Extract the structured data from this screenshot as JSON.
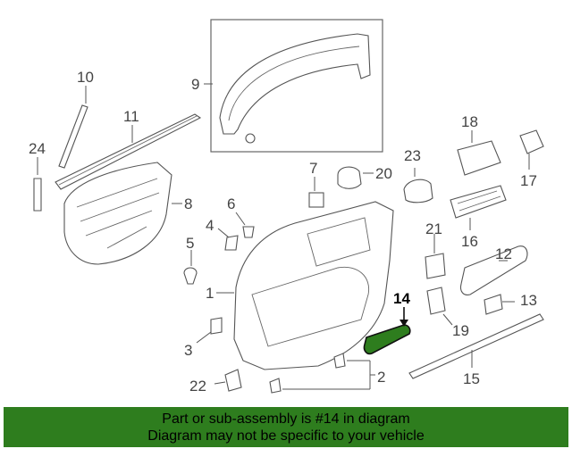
{
  "diagram": {
    "highlight_color": "#2e7d1e",
    "highlighted_callout": "14",
    "callouts": [
      "1",
      "2",
      "3",
      "4",
      "5",
      "6",
      "7",
      "8",
      "9",
      "10",
      "11",
      "12",
      "13",
      "14",
      "15",
      "16",
      "17",
      "18",
      "19",
      "20",
      "21",
      "22",
      "23",
      "24"
    ]
  },
  "banner": {
    "line1": "Part or sub-assembly is #14 in diagram",
    "line2": "Diagram may not be specific to your vehicle",
    "background": "#2e7d1e"
  }
}
